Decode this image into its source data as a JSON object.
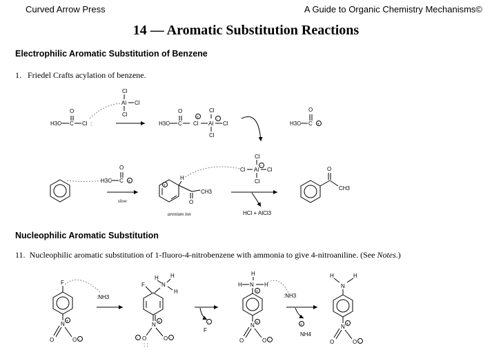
{
  "header": {
    "left": "Curved Arrow Press",
    "right": "A Guide to Organic Chemistry Mechanisms©"
  },
  "title": "14 — Aromatic Substitution Reactions",
  "section1": {
    "heading": "Electrophilic Aromatic Substitution of Benzene",
    "item_number": "1.",
    "item_text": "Friedel Crafts acylation of benzene.",
    "scheme_labels": {
      "cl": "Cl",
      "al": "Al",
      "h3c": "H3C",
      "c": "C",
      "o": "O",
      "h": "H",
      "ch3": "CH3",
      "slow": "slow",
      "arenium": "arenium ion",
      "byproduct": "HCl + AlCl3"
    }
  },
  "section2": {
    "heading": "Nucleophilic Aromatic Substitution",
    "item_number": "11.",
    "item_text": "Nucleophilic aromatic substitution of 1-fluoro-4-nitrobenzene with ammonia to give 4-nitroaniline. (See ",
    "item_notes": "Notes",
    "item_text_end": ".)",
    "scheme_labels": {
      "f": "F",
      "n": "N",
      "h": "H",
      "nh3": ":NH3",
      "nh4": "NH4",
      "o": "O"
    }
  }
}
